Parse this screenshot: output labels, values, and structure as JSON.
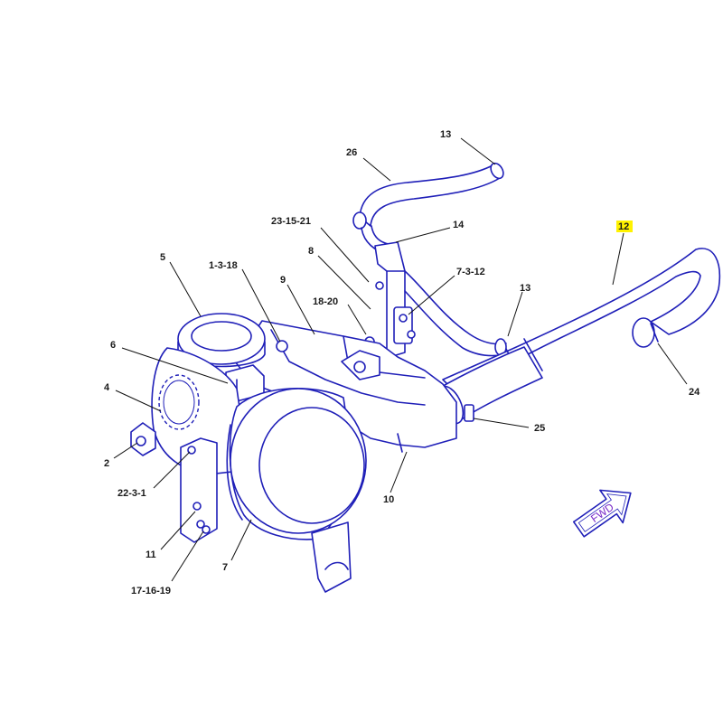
{
  "diagram": {
    "highlight_color": "#fff200",
    "line_color": "#1f1fb8",
    "callouts": [
      {
        "id": "c13a",
        "text": "13"
      },
      {
        "id": "c26",
        "text": "26"
      },
      {
        "id": "c23-15-21",
        "text": "23-15-21"
      },
      {
        "id": "c14",
        "text": "14"
      },
      {
        "id": "c12",
        "text": "12",
        "highlighted": true
      },
      {
        "id": "c8",
        "text": "8"
      },
      {
        "id": "c5",
        "text": "5"
      },
      {
        "id": "c1-3-18",
        "text": "1-3-18"
      },
      {
        "id": "c9",
        "text": "9"
      },
      {
        "id": "c7-3-12",
        "text": "7-3-12"
      },
      {
        "id": "c13b",
        "text": "13"
      },
      {
        "id": "c18-20",
        "text": "18-20"
      },
      {
        "id": "c6",
        "text": "6"
      },
      {
        "id": "c4",
        "text": "4"
      },
      {
        "id": "c24",
        "text": "24"
      },
      {
        "id": "c25",
        "text": "25"
      },
      {
        "id": "c2",
        "text": "2"
      },
      {
        "id": "c22-3-1",
        "text": "22-3-1"
      },
      {
        "id": "c10",
        "text": "10"
      },
      {
        "id": "c11",
        "text": "11"
      },
      {
        "id": "c7",
        "text": "7"
      },
      {
        "id": "c17-16-19",
        "text": "17-16-19"
      }
    ],
    "direction_arrow": {
      "text": "FWD",
      "icon": "forward-arrow-icon"
    }
  }
}
